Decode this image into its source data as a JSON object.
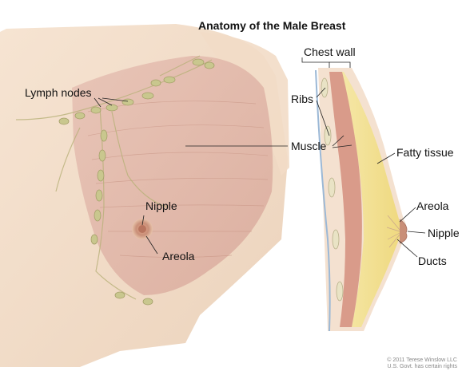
{
  "title": "Anatomy of the Male Breast",
  "labels": {
    "lymph_nodes": "Lymph nodes",
    "nipple_front": "Nipple",
    "areola_front": "Areola",
    "chest_wall": "Chest wall",
    "ribs": "Ribs",
    "muscle": "Muscle",
    "fatty_tissue": "Fatty tissue",
    "areola_side": "Areola",
    "nipple_side": "Nipple",
    "ducts": "Ducts"
  },
  "credit": {
    "line1": "© 2011 Terese Winslow LLC",
    "line2": "U.S. Govt. has certain rights"
  },
  "colors": {
    "skin": "#f0d9c4",
    "muscle": "#dcaea2",
    "lymph": "#c9c78e",
    "fat": "#f3e29a",
    "nipple": "#c98f78"
  }
}
